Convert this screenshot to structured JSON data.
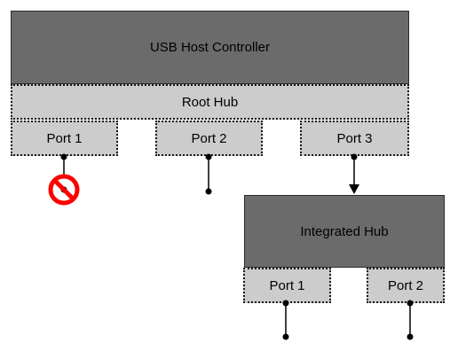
{
  "host_controller": {
    "label": "USB Host Controller"
  },
  "root_hub": {
    "label": "Root Hub",
    "ports": [
      {
        "label": "Port 1",
        "status": "disabled"
      },
      {
        "label": "Port 2",
        "status": "open"
      },
      {
        "label": "Port 3",
        "status": "connected-to-integrated-hub"
      }
    ]
  },
  "integrated_hub": {
    "label": "Integrated Hub",
    "ports": [
      {
        "label": "Port 1",
        "status": "open"
      },
      {
        "label": "Port 2",
        "status": "open"
      }
    ]
  },
  "colors": {
    "controller_fill": "#6b6b6b",
    "hub_fill": "#cccccc",
    "disabled_icon": "#ff0000",
    "line": "#000000"
  },
  "icons": {
    "disabled_port": "prohibited-icon"
  }
}
